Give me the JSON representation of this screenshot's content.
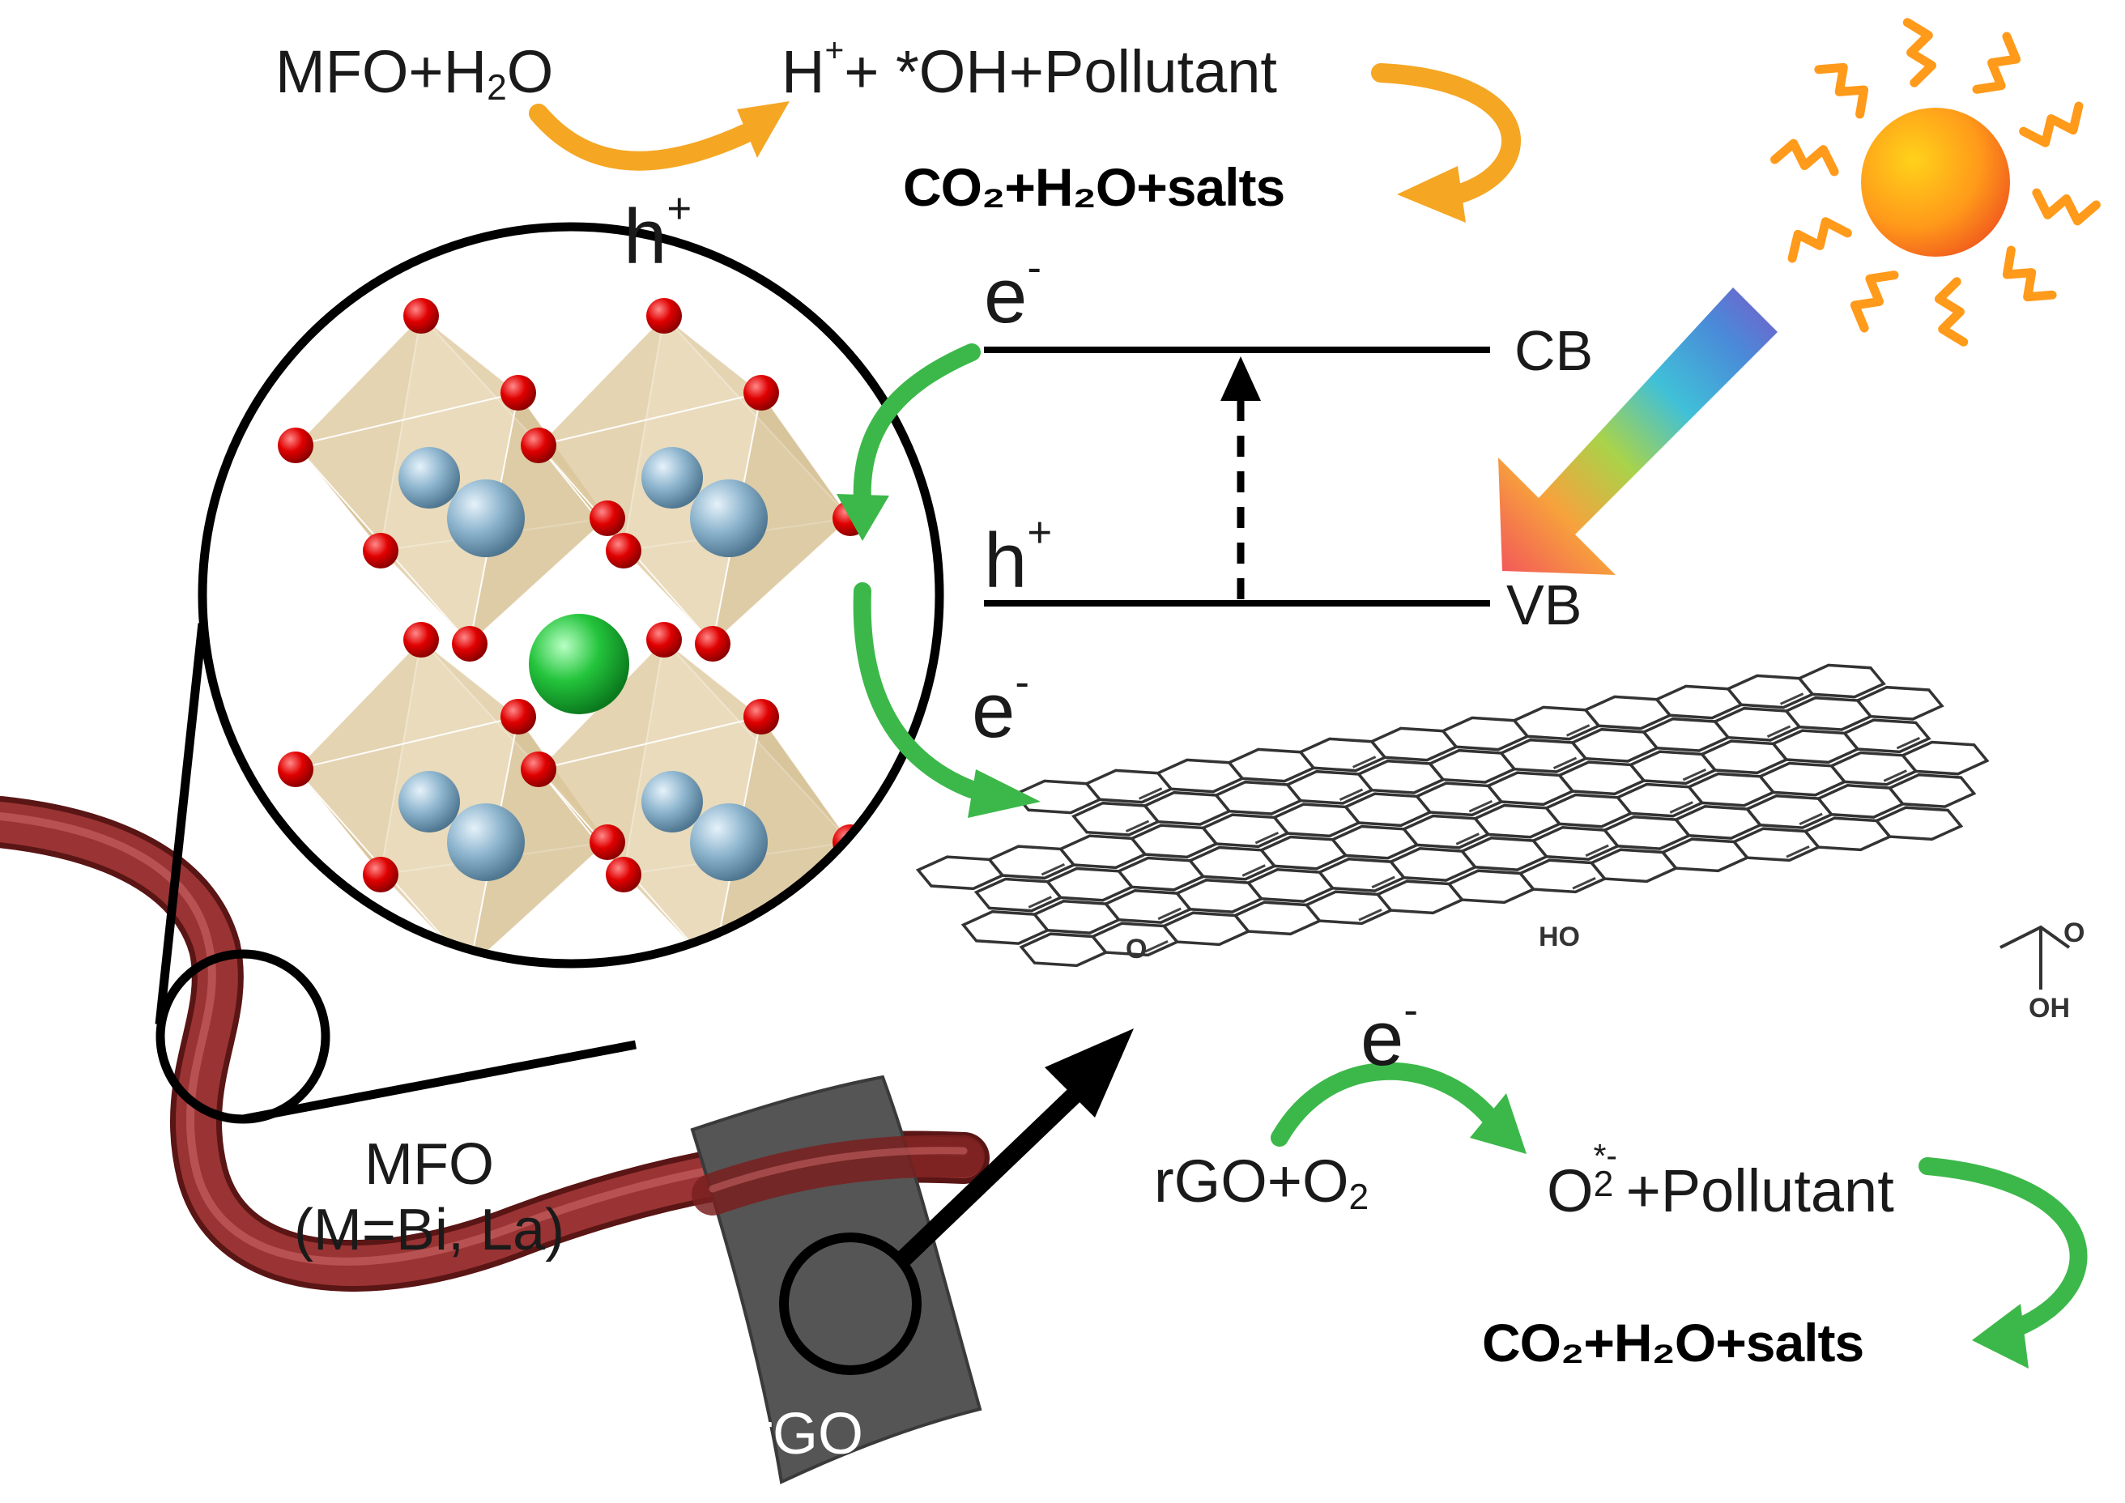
{
  "reaction_top": {
    "reactant": "MFO+H",
    "reactant_sub": "2",
    "reactant_tail": "O",
    "product_h": "H",
    "product_h_sup": "+",
    "product_rest": "+ *OH+Pollutant",
    "final": "CO₂+H₂O+salts",
    "carrier": "h",
    "carrier_sup": "+"
  },
  "band_diagram": {
    "electron": "e",
    "electron_sup": "-",
    "hole": "h",
    "hole_sup": "+",
    "cb_label": "CB",
    "vb_label": "VB",
    "transfer_electron": "e",
    "transfer_electron_sup": "-"
  },
  "material": {
    "line1": "MFO",
    "line2": "(M=Bi, La)",
    "support_label": "rGO",
    "group_o": "O",
    "group_ho": "HO",
    "group_o2": "O",
    "group_oh": "OH"
  },
  "reaction_bottom": {
    "electron": "e",
    "electron_sup": "-",
    "reactant": "rGO+O",
    "reactant_sub": "2",
    "radical": "O",
    "radical_sub": "2",
    "radical_sup": "*-",
    "radical_rest": "+Pollutant",
    "final": "CO₂+H₂O+salts"
  },
  "colors": {
    "orange_arrow": "#f5a623",
    "green_arrow": "#3cb84a",
    "fiber": "#8a2a2a",
    "rgo_sheet": "#555555",
    "oxygen_atom": "#d40000",
    "metal_atom": "#7fa8c4",
    "center_atom": "#22b53c",
    "octahedron": "#d8c39a"
  },
  "icons": [
    "sun-icon",
    "light-beam-arrow",
    "perovskite-crystal",
    "graphene-sheet"
  ]
}
